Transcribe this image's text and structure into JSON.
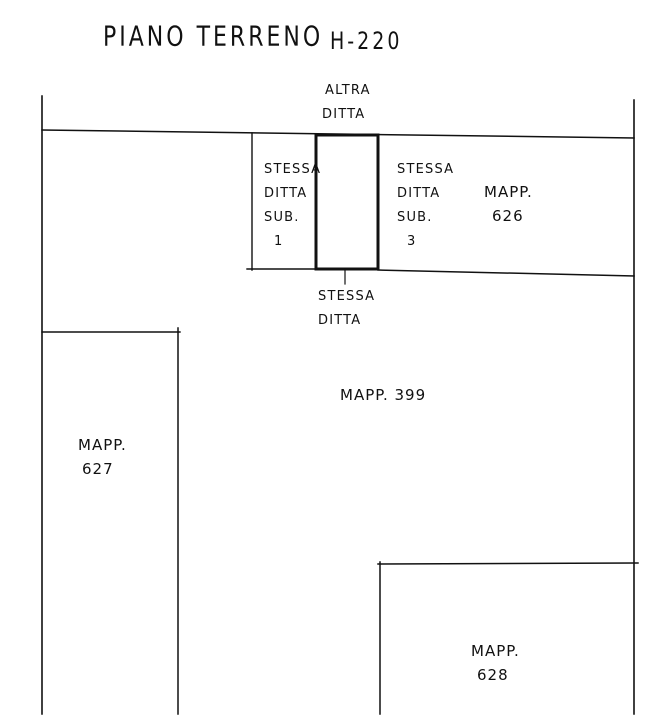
{
  "header": {
    "title": "PIANO TERRENO",
    "height_label": "H-220"
  },
  "plan": {
    "altra_ditta": {
      "line1": "ALTRA",
      "line2": "DITTA"
    },
    "sub1": {
      "line1": "STESSA",
      "line2": "DITTA",
      "line3": "SUB.",
      "line4": "1"
    },
    "sub3": {
      "line1": "STESSA",
      "line2": "DITTA",
      "line3": "SUB.",
      "line4": "3"
    },
    "stessa_ditta_below": {
      "line1": "STESSA",
      "line2": "DITTA"
    },
    "mapp626": {
      "line1": "MAPP.",
      "line2": "626"
    },
    "mapp399": {
      "line1": "MAPP. 399"
    },
    "mapp627": {
      "line1": "MAPP.",
      "line2": "627"
    },
    "mapp628": {
      "line1": "MAPP.",
      "line2": "628"
    }
  },
  "colors": {
    "ink": "#111111",
    "paper": "#ffffff"
  }
}
